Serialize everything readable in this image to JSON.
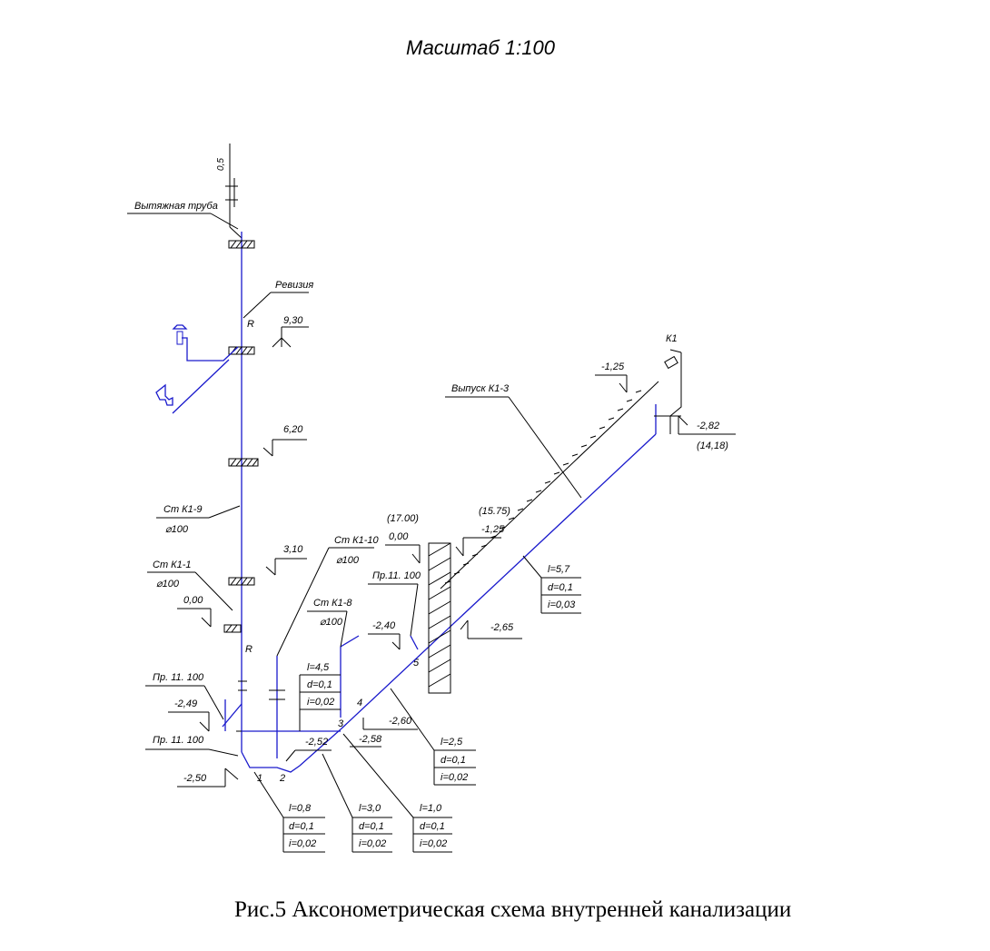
{
  "title": "Масштаб 1:100",
  "caption": "Рис.5 Аксонометрическая схема внутренней канализации",
  "colors": {
    "pipe": "#1a1acc",
    "lines": "#000000"
  },
  "labels": {
    "vent_height": "0,5",
    "vent_pipe": "Вытяжная труба",
    "revision": "Ревизия",
    "rev_mark_upper": "R",
    "rev_mark_lower": "R",
    "well": "К1",
    "outlet": "Выпуск К1-3",
    "riser_k1_9": "Ст К1-9",
    "riser_k1_9_d": "⌀100",
    "riser_k1_1": "Ст К1-1",
    "riser_k1_1_d": "⌀100",
    "riser_k1_10": "Ст К1-10",
    "riser_k1_10_d": "⌀100",
    "riser_k1_8": "Ст К1-8",
    "riser_k1_8_d": "⌀100",
    "pr_left_upper": "Пр. 11. 100",
    "pr_left_lower": "Пр. 11. 100",
    "pr_wall": "Пр.11. 100"
  },
  "levels": {
    "l_930": "9,30",
    "l_620": "6,20",
    "l_310": "3,10",
    "l_000_left": "0,00",
    "l_249": "-2,49",
    "l_250": "-2,50",
    "l_252": "-2,52",
    "l_258": "-2,58",
    "l_260": "-2,60",
    "l_240": "-2,40",
    "l_265": "-2,65",
    "l_1700": "(17.00)",
    "l_000_wall": "0,00",
    "l_1575": "(15.75)",
    "l_125_wall": "-1,25",
    "l_125_well": "-1,25",
    "l_282": "-2,82",
    "l_1418": "(14,18)"
  },
  "nodes": [
    "1",
    "2",
    "3",
    "4",
    "5"
  ],
  "sections": {
    "k1_8": {
      "l": "l=4,5",
      "d": "d=0,1",
      "i": "i=0,02"
    },
    "s_08": {
      "l": "l=0,8",
      "d": "d=0,1",
      "i": "i=0,02"
    },
    "s_30": {
      "l": "l=3,0",
      "d": "d=0,1",
      "i": "i=0,02"
    },
    "s_10": {
      "l": "l=1,0",
      "d": "d=0,1",
      "i": "i=0,02"
    },
    "s_25": {
      "l": "l=2,5",
      "d": "d=0,1",
      "i": "i=0,02"
    },
    "s_57": {
      "l": "l=5,7",
      "d": "d=0,1",
      "i": "i=0,03"
    }
  }
}
